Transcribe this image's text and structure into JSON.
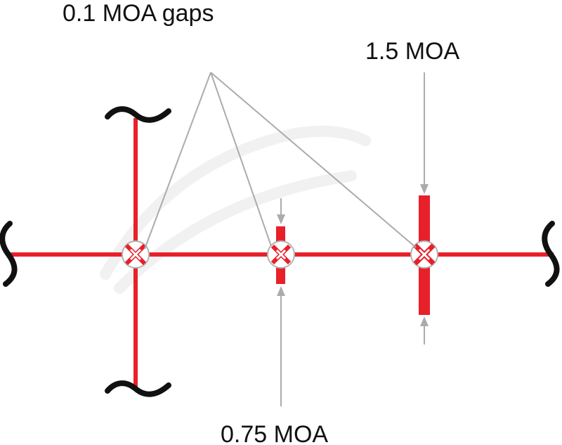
{
  "labels": {
    "gaps": "0.1 MOA gaps",
    "thick_post": "1.5 MOA",
    "thin_post": "0.75 MOA"
  },
  "colors": {
    "reticle": "#e8202a",
    "leader": "#ababab",
    "gap_circle": "#b3b3b3",
    "break_mark": "#111111",
    "text": "#111111",
    "watermark": "#f1f1f1"
  },
  "icons": {
    "axis_break": "tilde-break-icon"
  }
}
